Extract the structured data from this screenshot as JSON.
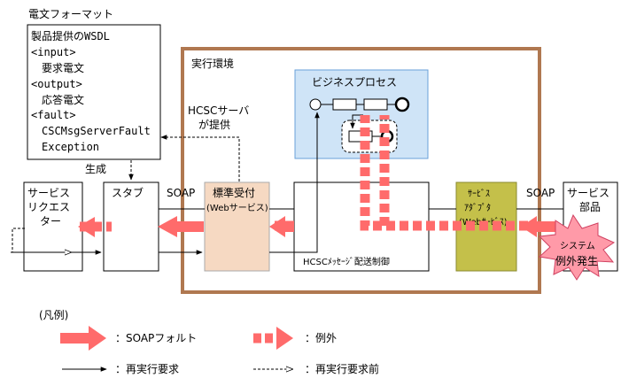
{
  "colors": {
    "env_border": "#b07850",
    "process_fill": "#cfe4f7",
    "process_border": "#6aa0d8",
    "receiver_fill": "#f6d9c2",
    "receiver_border": "#a9a9a9",
    "adapter_fill": "#c4c04a",
    "adapter_border": "#8a8a30",
    "fault_arrow": "#ff6b6b",
    "burst_fill": "#ff9aa8",
    "burst_border": "#d04060"
  },
  "format_title": "電文フォーマット",
  "wsdl_box": {
    "lines": [
      "製品提供のWSDL",
      "<input>",
      "　要求電文",
      "<output>",
      "　応答電文",
      "<fault>",
      "　CSCMsgServerFault",
      "　Exception"
    ]
  },
  "env_label": "実行環境",
  "bp_label": "ビジネスプロセス",
  "hcsc_server_label": [
    "HCSCサーバ",
    "が提供"
  ],
  "generate_label": "生成",
  "requester_label": [
    "サービス",
    "リクエス",
    "ター"
  ],
  "stub_label": "スタブ",
  "soap_left": "SOAP",
  "soap_right": "SOAP",
  "receiver_label": [
    "標準受付",
    "(Webサービス)"
  ],
  "hcsc_message_label": "HCSCﾒｯｾｰｼﾞ配送制御",
  "adapter_label": [
    "ｻｰﾋﾞｽ",
    "ｱﾀﾞﾌﾟﾀ",
    "(Webｻｰﾋﾞｽ)"
  ],
  "service_part_label": [
    "サービス",
    "部品"
  ],
  "burst_label": [
    "システム",
    "例外発生"
  ],
  "legend": {
    "title": "(凡例)",
    "soap_fault": "：SOAPフォルト",
    "exception": "：例外",
    "retry": "：再実行要求",
    "pre_retry": "：再実行要求前"
  }
}
